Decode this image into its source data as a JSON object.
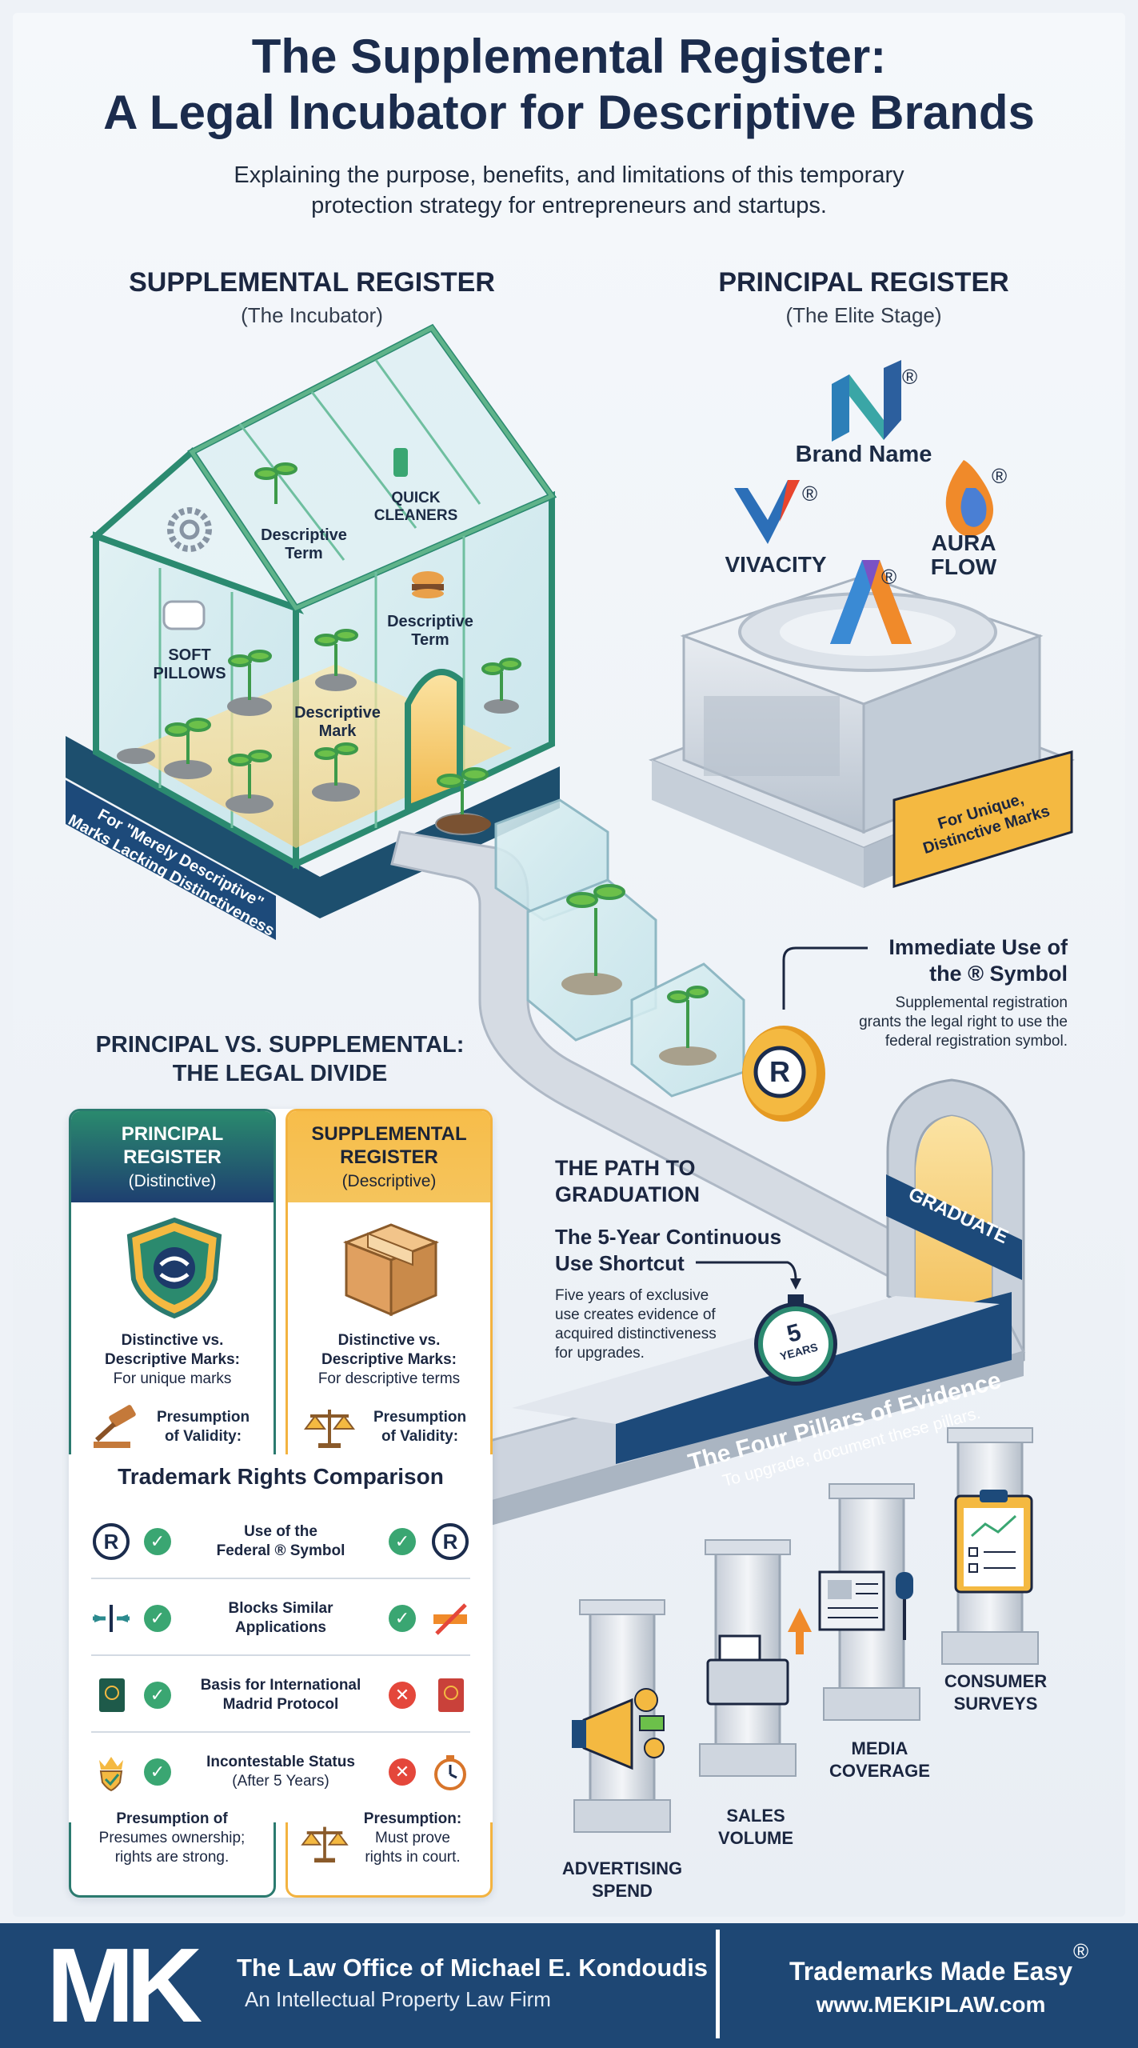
{
  "header": {
    "title_line1": "The Supplemental Register:",
    "title_line2": "A Legal Incubator for Descriptive Brands",
    "subtitle_line1": "Explaining the purpose, benefits, and limitations of this temporary",
    "subtitle_line2": "protection strategy for entrepreneurs and startups."
  },
  "supplemental_section": {
    "heading": "SUPPLEMENTAL REGISTER",
    "subheading": "(The Incubator)",
    "greenhouse_labels": {
      "descriptive_term_1_a": "Descriptive",
      "descriptive_term_1_b": "Term",
      "quick_cleaners_a": "QUICK",
      "quick_cleaners_b": "CLEANERS",
      "soft_pillows_a": "SOFT",
      "soft_pillows_b": "PILLOWS",
      "descriptive_term_2_a": "Descriptive",
      "descriptive_term_2_b": "Term",
      "descriptive_mark_a": "Descriptive",
      "descriptive_mark_b": "Mark"
    },
    "banner_line1": "For \"Merely Descriptive\"",
    "banner_line2": "Marks Lacking Distinctiveness"
  },
  "principal_section": {
    "heading": "PRINCIPAL REGISTER",
    "subheading": "(The Elite Stage)",
    "brand_name": "Brand Name",
    "vivacity": "VIVACITY",
    "aura_flow_a": "AURA",
    "aura_flow_b": "FLOW",
    "registered_symbol": "®",
    "banner_line1": "For Unique,",
    "banner_line2": "Distinctive Marks"
  },
  "callouts": {
    "symbol_head_line1": "Immediate Use of",
    "symbol_head_line2": "the ® Symbol",
    "symbol_body_line1": "Supplemental registration",
    "symbol_body_line2": "grants the legal right to use the",
    "symbol_body_line3": "federal registration symbol.",
    "path_head_line1": "THE PATH TO",
    "path_head_line2": "GRADUATION",
    "shortcut_head_line1": "The 5-Year Continuous",
    "shortcut_head_line2": "Use Shortcut",
    "shortcut_body_line1": "Five years of exclusive",
    "shortcut_body_line2": "use creates evidence of",
    "shortcut_body_line3": "acquired distinctiveness",
    "shortcut_body_line4": "for upgrades.",
    "clock_number": "5",
    "clock_unit": "YEARS",
    "graduate_sign": "GRADUATE"
  },
  "pillars": {
    "banner_title": "The Four Pillars of Evidence",
    "banner_sub": "To upgrade, document these pillars.",
    "advertising_a": "ADVERTISING",
    "advertising_b": "SPEND",
    "sales_a": "SALES",
    "sales_b": "VOLUME",
    "media_a": "MEDIA",
    "media_b": "COVERAGE",
    "surveys_a": "CONSUMER",
    "surveys_b": "SURVEYS"
  },
  "divide": {
    "heading_line1": "PRINCIPAL VS. SUPPLEMENTAL:",
    "heading_line2": "THE LEGAL DIVIDE"
  },
  "comparison": {
    "principal": {
      "head_line1": "PRINCIPAL",
      "head_line2": "REGISTER",
      "head_sub": "(Distinctive)",
      "marks_title_a": "Distinctive vs.",
      "marks_title_b": "Descriptive Marks:",
      "marks_sub": "For unique marks",
      "validity_a": "Presumption",
      "validity_b": "of Validity:",
      "foot_title": "Presumption of",
      "foot_line1": "Presumes ownership;",
      "foot_line2": "rights are strong."
    },
    "supplemental": {
      "head_line1": "SUPPLEMENTAL",
      "head_line2": "REGISTER",
      "head_sub": "(Descriptive)",
      "marks_title_a": "Distinctive vs.",
      "marks_title_b": "Descriptive Marks:",
      "marks_sub": "For descriptive terms",
      "validity_a": "Presumption",
      "validity_b": "of Validity:",
      "foot_title": "Presumption:",
      "foot_line1": "Must prove",
      "foot_line2": "rights in court."
    },
    "table_title": "Trademark Rights Comparison",
    "rows": [
      {
        "label_a": "Use of the",
        "label_b": "Federal ® Symbol",
        "principal": "✓",
        "supplemental": "✓"
      },
      {
        "label_a": "Blocks Similar",
        "label_b": "Applications",
        "principal": "✓",
        "supplemental": "✓"
      },
      {
        "label_a": "Basis for International",
        "label_b": "Madrid Protocol",
        "principal": "✓",
        "supplemental": "✕"
      },
      {
        "label_a": "Incontestable Status",
        "label_b": "(After 5 Years)",
        "principal": "✓",
        "supplemental": "✕"
      }
    ]
  },
  "footer": {
    "logo_text": "MK",
    "firm_name": "The Law Office of Michael E. Kondoudis",
    "firm_sub": "An Intellectual Property Law Firm",
    "tagline": "Trademarks Made Easy",
    "tagline_mark": "®",
    "url": "www.MEKIPLAW.com"
  },
  "colors": {
    "navy": "#1e4774",
    "teal": "#2a8a6e",
    "gold": "#f3b340",
    "check": "#3aa672",
    "cross": "#e4473b"
  }
}
